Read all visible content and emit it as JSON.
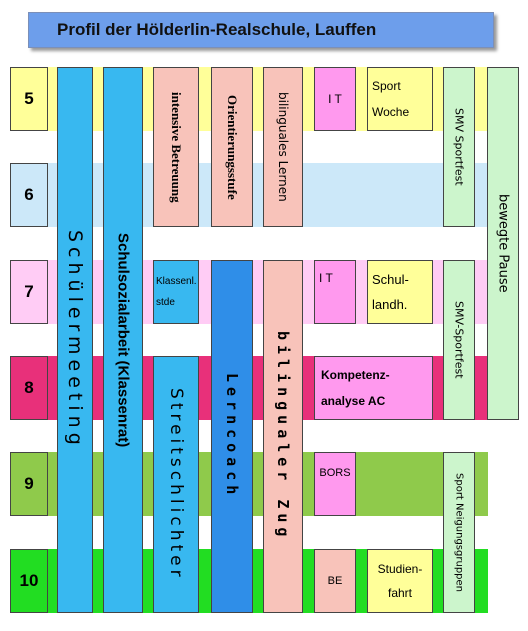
{
  "title": "Profil der Hölderlin-Realschule, Lauffen",
  "grades": [
    "5",
    "6",
    "7",
    "8",
    "9",
    "10"
  ],
  "columns": {
    "schuelermeeting": "Schülermeeting",
    "schulsozialarbeit": "Schulsozialarbeit (Klassenrat)",
    "intensive": "intensive Betreuung",
    "orientierung": "Orientierungsstufe",
    "bilingual_lernen": "bilinguales Lernen",
    "klassenl_line1": "Klassenl.",
    "klassenl_line2": "stde",
    "streitschlichter": "Streitschlichter",
    "lerncoach": "Lerncoach",
    "bilingualer_zug": "bilingualer Zug",
    "it_5": "I T",
    "it_7": "I T",
    "sport_line1": "Sport",
    "sport_line2": "Woche",
    "schul_line1": "Schul-",
    "schul_line2": "landh.",
    "kompetenz_line1": "Kompetenz-",
    "kompetenz_line2": "analyse AC",
    "bors": "BORS",
    "be": "BE",
    "studien_line1": "Studien-",
    "studien_line2": "fahrt",
    "smv_sportfest_5": "SMV Sportfest",
    "smv_sportfest_7": "SMV-Sportfest",
    "sport_neigung": "Sport Neigungsgruppen",
    "bewegte_pause": "bewegte Pause"
  },
  "colors": {
    "title_bg": "#6d9eeb",
    "grade5": "#ffff99",
    "grade6": "#cce8f9",
    "grade7": "#ffccf5",
    "grade8": "#e8307a",
    "grade9": "#8fca4b",
    "grade10": "#22dd22",
    "blue": "#38b8f0",
    "salmon": "#f8c3ba",
    "pink": "#ff99ee",
    "yellow": "#ffff99",
    "lightgreen": "#ccf5cc"
  }
}
